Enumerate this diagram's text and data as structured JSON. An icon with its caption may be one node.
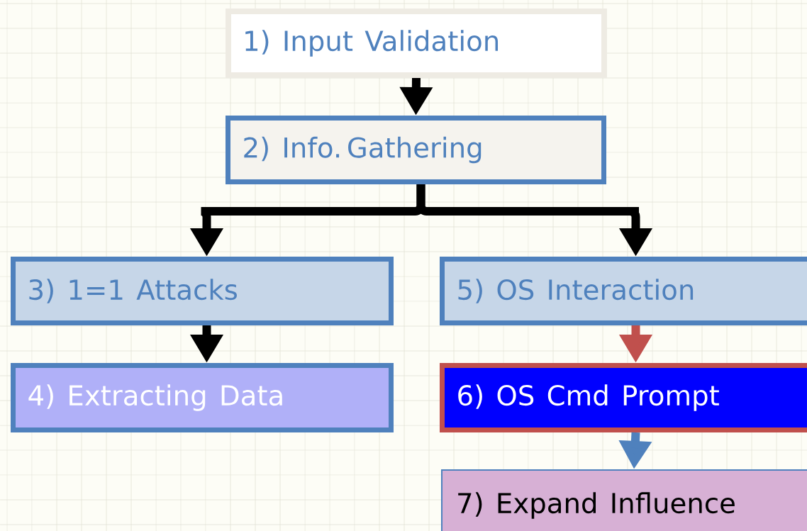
{
  "diagram": {
    "nodes": [
      {
        "text": [
          "1) Input Validation"
        ]
      },
      {
        "text": [
          "2) Info. Gathering"
        ]
      },
      {
        "text": [
          "3) 1=1 Attacks"
        ]
      },
      {
        "text": [
          "4) Extracting Data"
        ]
      },
      {
        "text": [
          "5) OS Interaction"
        ]
      },
      {
        "text": [
          "6) OS Cmd Prompt"
        ]
      },
      {
        "text": [
          "7) Expand Influence"
        ]
      }
    ],
    "edges": [
      {
        "from": 0,
        "to": 1,
        "arrow": "to"
      },
      {
        "from": 1,
        "to": 2,
        "arrow": "to"
      },
      {
        "from": 1,
        "to": 4,
        "arrow": "to"
      },
      {
        "from": 2,
        "to": 3,
        "arrow": "to"
      },
      {
        "from": 4,
        "to": 5,
        "arrow": "to",
        "color": "#c0504d"
      },
      {
        "from": 5,
        "to": 6,
        "arrow": "to",
        "color": "#4f81bd"
      }
    ]
  }
}
